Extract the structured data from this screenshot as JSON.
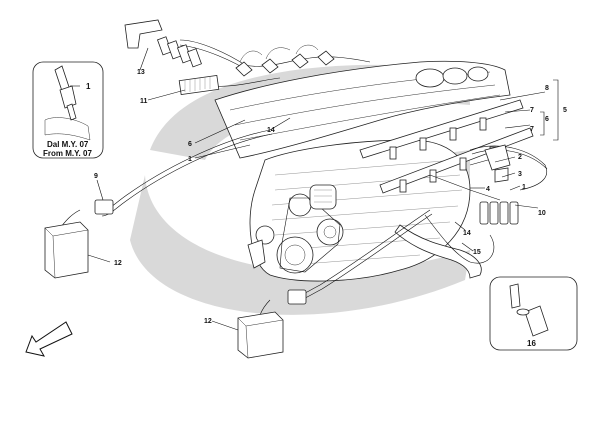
{
  "diagram": {
    "watermark_color": "#d9d9d9",
    "inset_top_left": {
      "callout": "1",
      "caption_line1": "Dal M.Y. 07",
      "caption_line2": "From M.Y. 07"
    },
    "inset_bottom_right": {
      "callout": "16"
    },
    "callouts": {
      "c1_top": "1",
      "c1_left": "1",
      "c1_right": "1",
      "c2": "2",
      "c3": "3",
      "c4": "4",
      "c5": "5",
      "c6_left": "6",
      "c6_right": "6",
      "c7_a": "7",
      "c7_b": "7",
      "c8": "8",
      "c9": "9",
      "c10": "10",
      "c11": "11",
      "c12_upper": "12",
      "c12_lower": "12",
      "c13": "13",
      "c14_center": "14",
      "c14_right": "14",
      "c15": "15"
    },
    "direction_arrow": "front-direction-arrow"
  }
}
